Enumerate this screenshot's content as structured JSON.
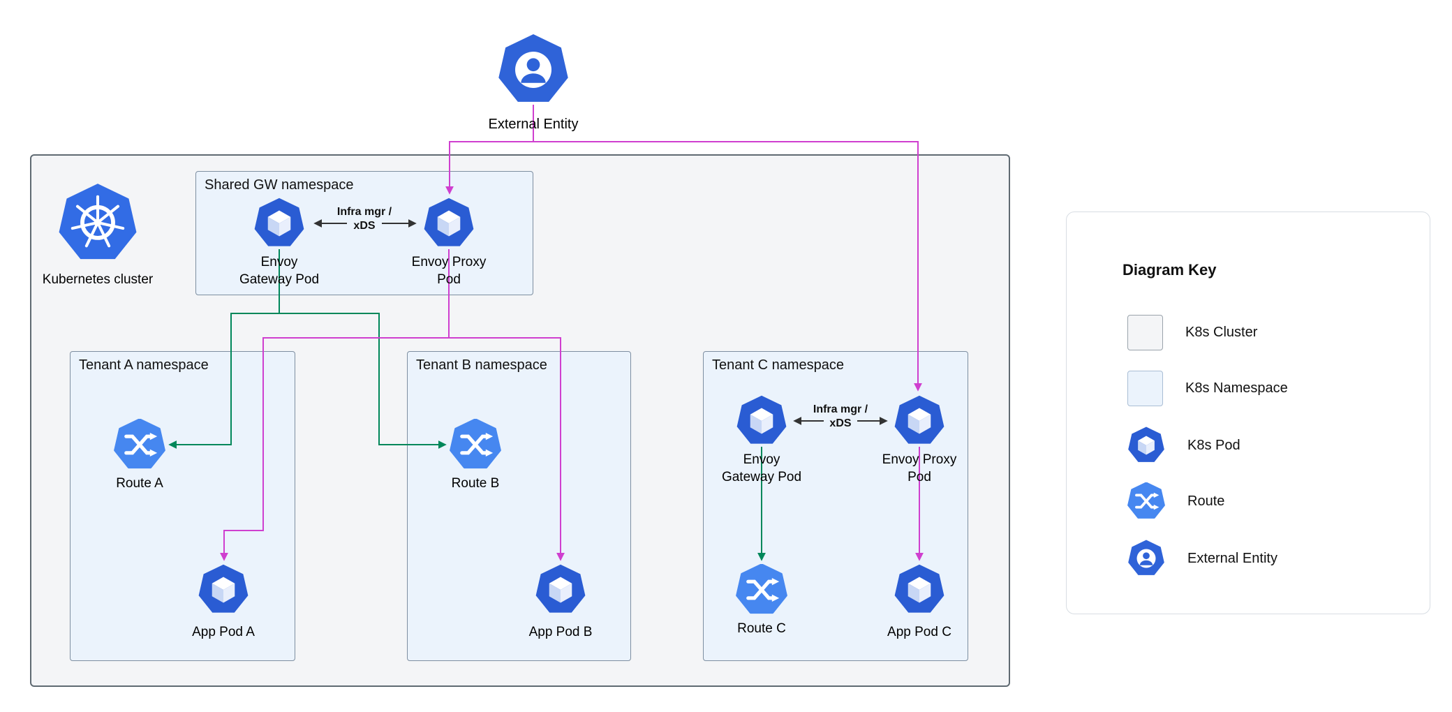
{
  "colors": {
    "edge_magenta": "#cf3fcf",
    "edge_green": "#00875a",
    "edge_black": "#333333",
    "pod_blue": "#2a5cd3",
    "route_blue": "#4687f0",
    "k8s_blue": "#326ce5",
    "entity_blue": "#2f63d8",
    "cluster_fill": "#f4f5f7",
    "cluster_border": "#5f6a72",
    "namespace_fill": "#ebf3fc",
    "namespace_border": "#7d8ea0"
  },
  "external_entity": {
    "label": "External Entity"
  },
  "cluster": {
    "label": "Kubernetes cluster"
  },
  "shared_namespace": {
    "title": "Shared GW namespace",
    "gateway_pod": "Envoy\nGateway Pod",
    "proxy_pod": "Envoy Proxy\nPod",
    "xds_label": "Infra mgr /\nxDS"
  },
  "tenant_a": {
    "title": "Tenant A namespace",
    "route": "Route A",
    "app_pod": "App Pod A"
  },
  "tenant_b": {
    "title": "Tenant B namespace",
    "route": "Route B",
    "app_pod": "App Pod B"
  },
  "tenant_c": {
    "title": "Tenant C namespace",
    "gateway_pod": "Envoy\nGateway Pod",
    "proxy_pod": "Envoy Proxy\nPod",
    "xds_label": "Infra mgr /\nxDS",
    "route": "Route C",
    "app_pod": "App Pod C"
  },
  "key": {
    "title": "Diagram Key",
    "items": [
      {
        "label": "K8s Cluster",
        "icon": "cluster-swatch"
      },
      {
        "label": "K8s Namespace",
        "icon": "namespace-swatch"
      },
      {
        "label": "K8s Pod",
        "icon": "pod-icon"
      },
      {
        "label": "Route",
        "icon": "route-icon"
      },
      {
        "label": "External Entity",
        "icon": "external-entity-icon"
      }
    ]
  }
}
